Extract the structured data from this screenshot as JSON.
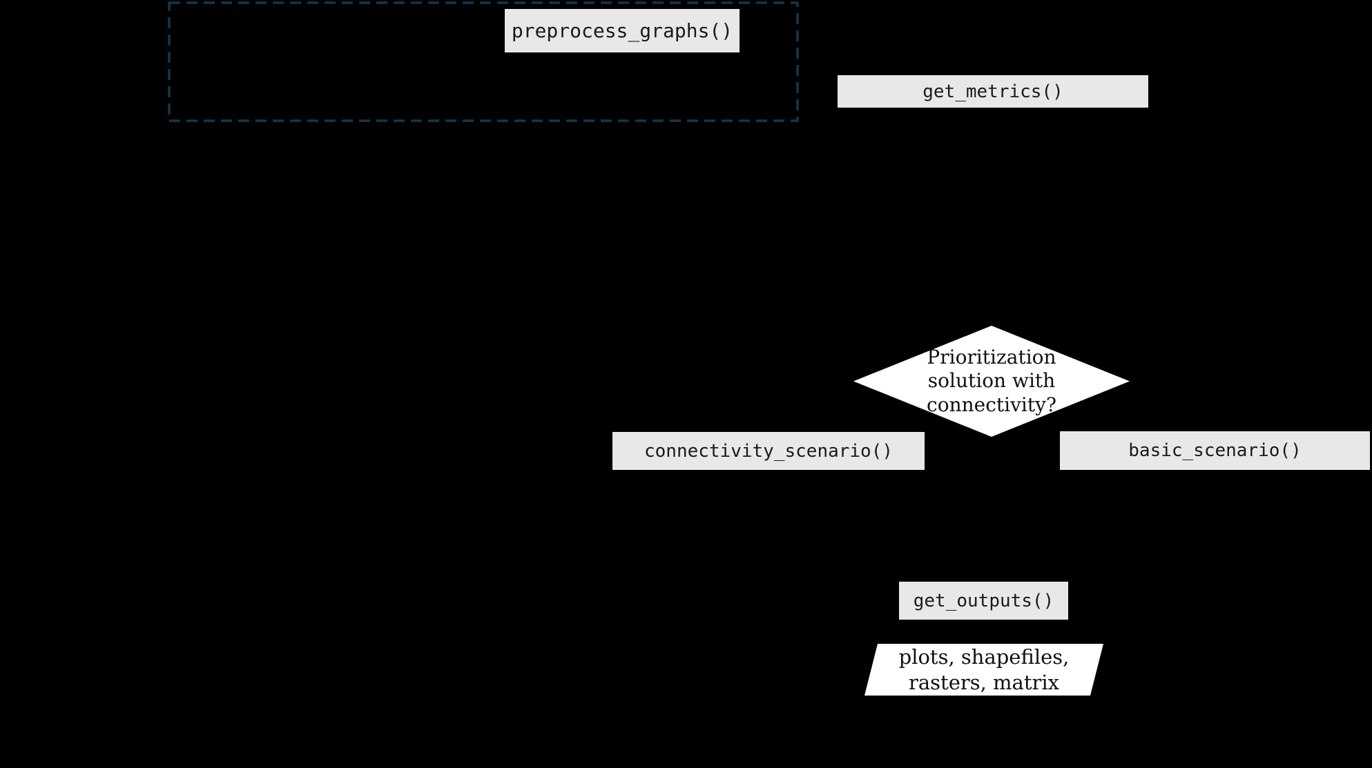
{
  "diagram": {
    "title": "workflow flowchart",
    "background_color": "#000000",
    "group_box": {
      "border_color": "#15374a",
      "style": "dashed"
    },
    "colors": {
      "function_box_fill": "#e8e8e8",
      "shape_fill": "#ffffff",
      "text": "#1a1a1a"
    },
    "nodes": {
      "preprocess_graphs": {
        "label": "preprocess_graphs()",
        "shape": "rect"
      },
      "get_metrics": {
        "label": "get_metrics()",
        "shape": "rect"
      },
      "decision": {
        "label": "Prioritization\nsolution with\nconnectivity?",
        "shape": "diamond"
      },
      "connectivity_scenario": {
        "label": "connectivity_scenario()",
        "shape": "rect"
      },
      "basic_scenario": {
        "label": "basic_scenario()",
        "shape": "rect"
      },
      "get_outputs": {
        "label": "get_outputs()",
        "shape": "rect"
      },
      "outputs": {
        "label": "plots, shapefiles,\nrasters, matrix",
        "shape": "parallelogram"
      }
    }
  }
}
